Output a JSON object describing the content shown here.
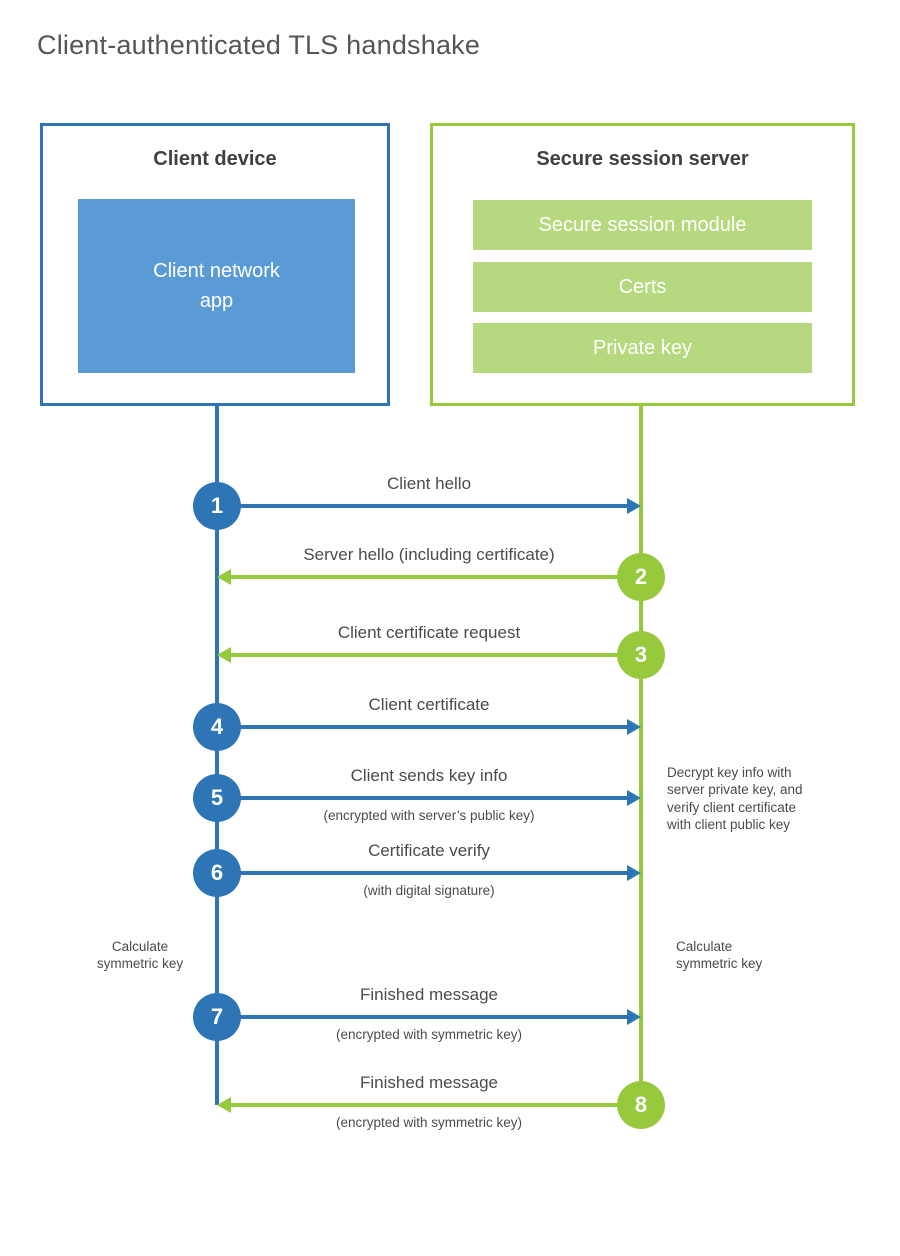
{
  "title": "Client-authenticated TLS handshake",
  "colors": {
    "blue": "#2e75b6",
    "blue-light": "#5b9bd5",
    "green": "#97c93d",
    "green-light": "#b6d87e",
    "text-dark": "#3f4043",
    "text": "#4a4b4d"
  },
  "client": {
    "title": "Client device",
    "app_label": "Client network\napp"
  },
  "server": {
    "title": "Secure session server",
    "modules": [
      "Secure session module",
      "Certs",
      "Private key"
    ]
  },
  "steps": [
    {
      "num": "1",
      "actor": "client",
      "direction": "right",
      "label": "Client hello",
      "sublabel": ""
    },
    {
      "num": "2",
      "actor": "server",
      "direction": "left",
      "label": "Server hello (including certificate)",
      "sublabel": ""
    },
    {
      "num": "3",
      "actor": "server",
      "direction": "left",
      "label": "Client certificate request",
      "sublabel": ""
    },
    {
      "num": "4",
      "actor": "client",
      "direction": "right",
      "label": "Client certificate",
      "sublabel": ""
    },
    {
      "num": "5",
      "actor": "client",
      "direction": "right",
      "label": "Client sends key info",
      "sublabel": "(encrypted with server’s public key)"
    },
    {
      "num": "6",
      "actor": "client",
      "direction": "right",
      "label": "Certificate verify",
      "sublabel": "(with digital signature)"
    },
    {
      "num": "7",
      "actor": "client",
      "direction": "right",
      "label": "Finished message",
      "sublabel": "(encrypted with symmetric key)"
    },
    {
      "num": "8",
      "actor": "server",
      "direction": "left",
      "label": "Finished message",
      "sublabel": "(encrypted with symmetric key)"
    }
  ],
  "annotations": {
    "server_note": "Decrypt key info with\nserver private key, and\nverify client certificate\nwith client public key",
    "client_calc": "Calculate\nsymmetric key",
    "server_calc": "Calculate\nsymmetric key"
  }
}
